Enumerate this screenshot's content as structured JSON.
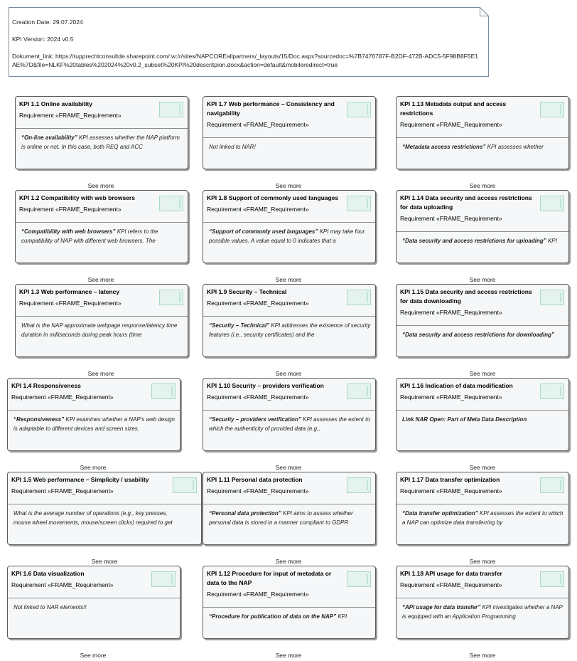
{
  "note": {
    "creation_date": "Creation Date: 29.07.2024",
    "kpi_version": "KPI Version: 2024 v0.5",
    "dokument_link": "Dokument_link: https://rupprechtconsultde.sharepoint.com/:w:/r/sites/NAPCOREallpartners/_layouts/15/Doc.aspx?sourcedoc=%7B7476787F-B2DF-472B-ADC5-5F98B8F5E1AE%7D&file=NLKF%20tables%202024%20v0.2_subset%20KPI%20descritpion.docx&action=default&mobileredirect=true"
  },
  "see_more_label": "See more",
  "cards": [
    {
      "title": "KPI 1.1 Online availability",
      "stereotype": "Requirement «FRAME_Requirement»",
      "desc_bold": "“On-line availability”",
      "desc_rest": " KPI assesses whether the NAP platform is online or not. In this case, both REQ and ACC"
    },
    {
      "title": "KPI 1.7 Web performance – Consistency and navigability",
      "stereotype": "Requirement «FRAME_Requirement»",
      "desc_bold": "",
      "desc_rest": "Not linked to NAR!"
    },
    {
      "title": "KPI 1.13 Metadata output and access restrictions",
      "stereotype": "Requirement «FRAME_Requirement»",
      "desc_bold": "“Metadata access restrictions”",
      "desc_rest": " KPI assesses whether"
    },
    {
      "title": "KPI 1.2 Compatibility with web browsers",
      "stereotype": "Requirement «FRAME_Requirement»",
      "desc_bold": "“Compatibility with web browsers”",
      "desc_rest": " KPI refers to the compatibility of NAP with different web browsers. The"
    },
    {
      "title": "KPI 1.8 Support of commonly used languages",
      "stereotype": "Requirement «FRAME_Requirement»",
      "desc_bold": "“Support of commonly used languages”",
      "desc_rest": " KPI may take four possible values. A value equal to 0 indicates that a"
    },
    {
      "title": "KPI 1.14 Data security and access restrictions for data uploading",
      "stereotype": "Requirement «FRAME_Requirement»",
      "desc_bold": "“Data security and access restrictions for uploading”",
      "desc_rest": " KPI"
    },
    {
      "title": "KPI 1.3 Web performance – latency",
      "stereotype": "Requirement «FRAME_Requirement»",
      "desc_bold": "",
      "desc_rest": "What is the NAP approximate webpage response/latency time duration in milliseconds during peak hours (time"
    },
    {
      "title": "KPI 1.9 Security – Technical",
      "stereotype": "Requirement «FRAME_Requirement»",
      "desc_bold": "“Security – Technical”",
      "desc_rest": " KPI addresses the existence of security features (i.e., security certificates) and the"
    },
    {
      "title": "KPI 1.15 Data security and access restrictions for data downloading",
      "stereotype": "Requirement «FRAME_Requirement»",
      "desc_bold": "“Data security and access restrictions for downloading”",
      "desc_rest": ""
    },
    {
      "title": "KPI 1.4 Responsiveness",
      "stereotype": "Requirement «FRAME_Requirement»",
      "desc_bold": "“Responsiveness”",
      "desc_rest": " KPI examines whether a NAP's web design is adaptable to different devices and screen sizes."
    },
    {
      "title": "KPI 1.10 Security – providers verification",
      "stereotype": "Requirement «FRAME_Requirement»",
      "desc_bold": "“Security – providers verification”",
      "desc_rest": " KPI assesses the extent to which the authenticity of provided data (e.g.,"
    },
    {
      "title": "KPI 1.16 Indication of data modification",
      "stereotype": "Requirement «FRAME_Requirement»",
      "desc_bold": "Link NAR Open: Part of Meta Data Description",
      "desc_rest": ""
    },
    {
      "title": "KPI 1.5 Web performance – Simplicity / usability",
      "stereotype": "Requirement «FRAME_Requirement»",
      "desc_bold": "",
      "desc_rest": "What is the average number of operations (e.g., key presses, mouse wheel movements, mouse/screen clicks) required to get"
    },
    {
      "title": "KPI 1.11 Personal data protection",
      "stereotype": "Requirement «FRAME_Requirement»",
      "desc_bold": "“Personal data protection”",
      "desc_rest": " KPI aims to assess whether personal data is stored in a manner compliant to GDPR"
    },
    {
      "title": "KPI 1.17 Data transfer optimization",
      "stereotype": "Requirement «FRAME_Requirement»",
      "desc_bold": "“Data transfer optimization”",
      "desc_rest": " KPI assesses the extent to which a NAP can optimize data transferring by"
    },
    {
      "title": "KPI 1.6 Data visualization",
      "stereotype": "Requirement «FRAME_Requirement»",
      "desc_bold": "",
      "desc_rest": "Not linked to NAR elements!!"
    },
    {
      "title": "KPI 1.12 Procedure for input of metadata or data to the NAP",
      "stereotype": "Requirement «FRAME_Requirement»",
      "desc_bold": "“Procedure for publication of data on the NAP”",
      "desc_rest": " KPI"
    },
    {
      "title": "KPI 1.18 API usage for data transfer",
      "stereotype": "Requirement «FRAME_Requirement»",
      "desc_bold": "“API usage for data transfer”",
      "desc_rest": " KPI investigates whether a NAP is equipped with an Application Programming"
    }
  ]
}
